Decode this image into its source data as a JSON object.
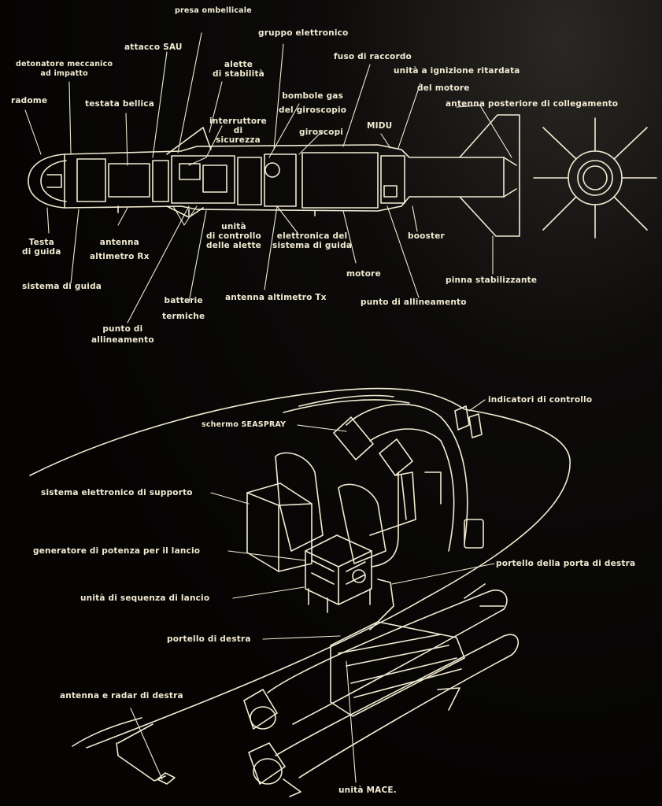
{
  "colors": {
    "background": "#050403",
    "line": "#f1ead2"
  },
  "missile": {
    "presa_ombellicale": "presa ombellicale",
    "gruppo_elettronico": "gruppo elettronico",
    "attacco_sau": "attacco SAU",
    "alette_l1": "alette",
    "alette_l2": "di stabilità",
    "fuso_di_raccordo": "fuso di raccordo",
    "detonatore_l1": "detonatore meccanico",
    "detonatore_l2": "ad impatto",
    "unita_ignizione_l1": "unità a ignizione ritardata",
    "unita_ignizione_l2": "del motore",
    "bombole_l1": "bombole gas",
    "bombole_l2": "del giroscopio",
    "radome": "radome",
    "testata_bellica": "testata bellica",
    "antenna_posteriore": "antenna posteriore di collegamento",
    "interruttore_l1": "interruttore",
    "interruttore_l2": "di",
    "interruttore_l3": "sicurezza",
    "giroscopi": "giroscopi",
    "midu": "MIDU",
    "testa_l1": "Testa",
    "testa_l2": "di guida",
    "antenna_rx_l1": "antenna",
    "antenna_rx_l2": "altimetro Rx",
    "unita_controllo_l1": "unità",
    "unita_controllo_l2": "di controllo",
    "unita_controllo_l3": "delle alette",
    "elettronica_l1": "elettronica del",
    "elettronica_l2": "sistema di guida",
    "booster": "booster",
    "sistema_di_guida": "sistema di guida",
    "motore": "motore",
    "pinna_stabilizzante": "pinna stabilizzante",
    "batterie_l1": "batterie",
    "batterie_l2": "termiche",
    "antenna_tx": "antenna altimetro Tx",
    "punto_allineamento_right": "punto di allineamento",
    "punto_allineamento_left_l1": "punto di",
    "punto_allineamento_left_l2": "allineamento"
  },
  "helicopter": {
    "indicatori_di_controllo": "indicatori di controllo",
    "schermo_seaspray": "schermo SEASPRAY",
    "sistema_elettronico_supporto": "sistema elettronico di supporto",
    "generatore_potenza": "generatore di potenza per il lancio",
    "portello_porta_destra": "portello della porta di destra",
    "unita_sequenza_lancio": "unità di sequenza di lancio",
    "portello_di_destra": "portello di destra",
    "antenna_radar_destra": "antenna e radar di destra",
    "unita_mace": "unità MACE."
  }
}
